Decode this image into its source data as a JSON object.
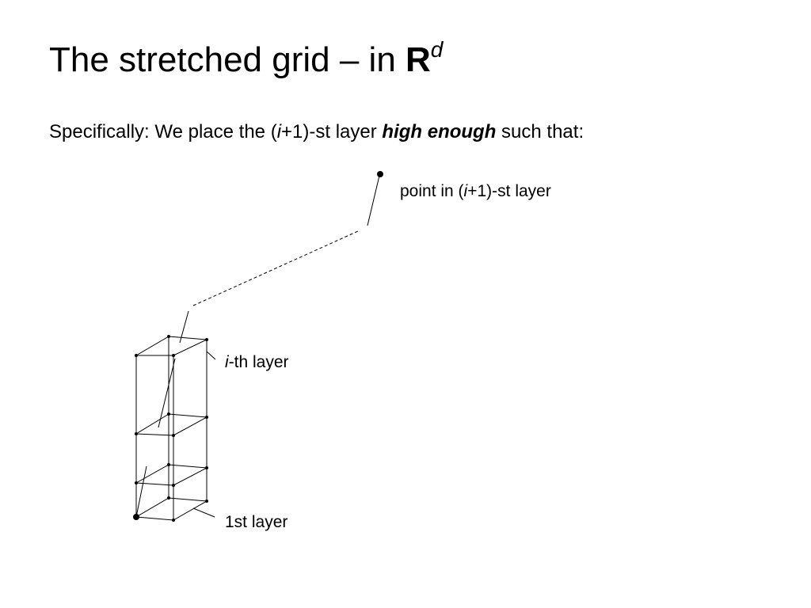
{
  "slide": {
    "title": {
      "text": "The stretched grid – in ",
      "bold_symbol": "R",
      "superscript": "d"
    },
    "subtitle": {
      "prefix": "Specifically: We place the (",
      "italic_var": "i",
      "middle": "+1)-st layer ",
      "emphasis": "high enough",
      "suffix": " such that:"
    }
  },
  "diagram": {
    "labels": {
      "point_layer": {
        "prefix": "point in (",
        "italic_var": "i",
        "suffix": "+1)-st layer"
      },
      "ith_layer": {
        "italic_var": "i",
        "suffix": "-th layer"
      },
      "first_layer": {
        "text": "1st layer"
      }
    }
  }
}
